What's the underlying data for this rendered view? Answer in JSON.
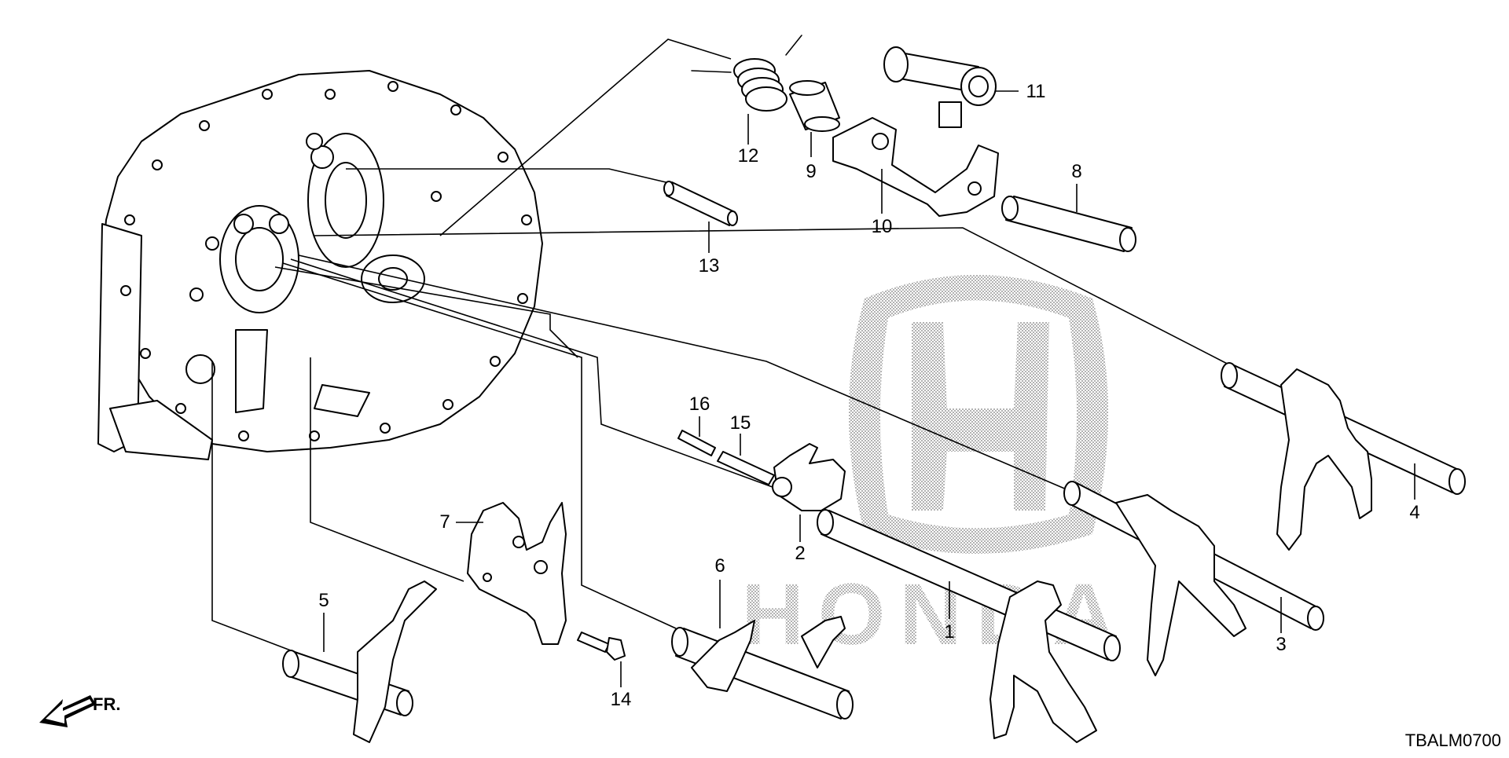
{
  "diagram": {
    "code": "TBALM0700",
    "front_indicator": "FR.",
    "callouts": [
      "1",
      "2",
      "3",
      "4",
      "5",
      "6",
      "7",
      "8",
      "9",
      "10",
      "11",
      "12",
      "13",
      "14",
      "15",
      "16"
    ],
    "watermark": "HONDA"
  }
}
